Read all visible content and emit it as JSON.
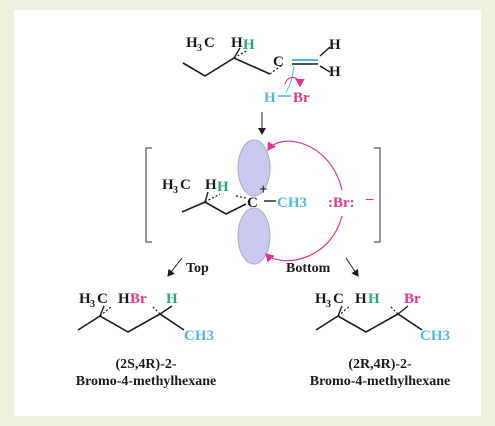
{
  "colors": {
    "black": "#1b1b1b",
    "blue": "#52b7e6",
    "green": "#27a779",
    "magenta": "#e2348e",
    "orbital": "#c9c9ee",
    "background": "#eef1dc"
  },
  "reactant": {
    "h3c": "H",
    "h3c_sub": "3",
    "h3c_c": "C",
    "h_black": "H",
    "h_green": "H",
    "c_center": "C",
    "h_top": "H",
    "h_bottom": "H",
    "hbr_h": "H",
    "hbr_br": "Br"
  },
  "intermediate": {
    "h3c": "H",
    "h3c_sub": "3",
    "h3c_c": "C",
    "h_black": "H",
    "h_green": "H",
    "carbon": "C",
    "plus": "+",
    "ch3": "CH3",
    "bromide": ":Br:",
    "minus": "–"
  },
  "arrows": {
    "top_label": "Top",
    "bottom_label": "Bottom"
  },
  "product_left": {
    "h3c": "H",
    "h3c_sub": "3",
    "h3c_c": "C",
    "h_black": "H",
    "br": "Br",
    "h_green": "H",
    "ch3": "CH3",
    "name_line1": "(2S,4R)-2-",
    "name_line2": "Bromo-4-methylhexane"
  },
  "product_right": {
    "h3c": "H",
    "h3c_sub": "3",
    "h3c_c": "C",
    "h_black": "H",
    "h_green": "H",
    "br": "Br",
    "ch3": "CH3",
    "name_line1": "(2R,4R)-2-",
    "name_line2": "Bromo-4-methylhexane"
  }
}
